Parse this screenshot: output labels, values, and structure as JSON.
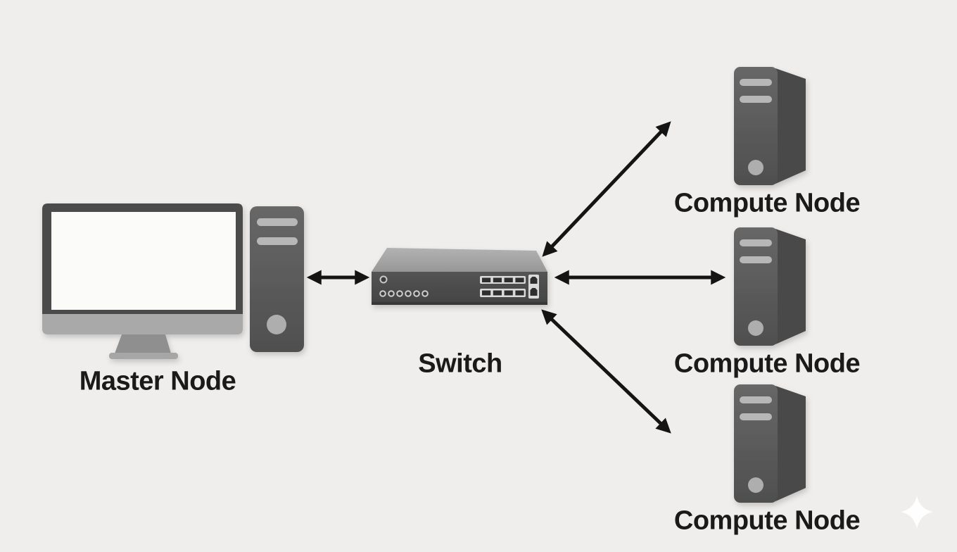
{
  "diagram": {
    "type": "network-topology",
    "nodes": [
      {
        "id": "master",
        "label": "Master Node",
        "kind": "desktop-computer"
      },
      {
        "id": "switch",
        "label": "Switch",
        "kind": "network-switch"
      },
      {
        "id": "compute-1",
        "label": "Compute Node",
        "kind": "tower-server"
      },
      {
        "id": "compute-2",
        "label": "Compute Node",
        "kind": "tower-server"
      },
      {
        "id": "compute-3",
        "label": "Compute Node",
        "kind": "tower-server"
      }
    ],
    "edges": [
      {
        "from": "master",
        "to": "switch",
        "style": "double-headed-arrow"
      },
      {
        "from": "switch",
        "to": "compute-1",
        "style": "double-headed-arrow"
      },
      {
        "from": "switch",
        "to": "compute-2",
        "style": "double-headed-arrow"
      },
      {
        "from": "switch",
        "to": "compute-3",
        "style": "double-headed-arrow"
      }
    ],
    "decorations": [
      {
        "id": "sparkle",
        "kind": "four-point-star",
        "position": "bottom-right"
      }
    ],
    "colors": {
      "background": "#efeeec",
      "device_dark": "#4b4b4b",
      "device_body": "#5c5c5c",
      "device_side": "#494949",
      "switch_top": "#a6a6a6",
      "screen": "#fbfbfa",
      "bezel": "#a9a9a9",
      "stand": "#8f8f8f",
      "slot": "#b7b7b7",
      "port_plate": "#dadada",
      "port_dark": "#2e2e2e",
      "arrow": "#141414",
      "label_text": "#1a1a1a",
      "sparkle": "#ffffff"
    }
  }
}
